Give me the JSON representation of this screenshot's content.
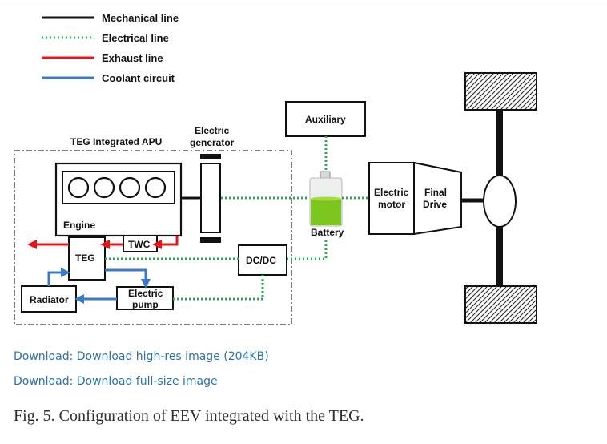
{
  "legend": {
    "mechanical": "Mechanical line",
    "electrical": "Electrical line",
    "exhaust": "Exhaust line",
    "coolant": "Coolant circuit"
  },
  "diagram": {
    "apu_title": "TEG Integrated APU",
    "generator_label_1": "Electric",
    "generator_label_2": "generator",
    "auxiliary": "Auxiliary",
    "engine": "Engine",
    "battery": "Battery",
    "motor_1": "Electric",
    "motor_2": "motor",
    "final_1": "Final",
    "final_2": "Drive",
    "twc": "TWC",
    "teg": "TEG",
    "dcdc": "DC/DC",
    "radiator": "Radiator",
    "pump_1": "Electric",
    "pump_2": "pump"
  },
  "colors": {
    "mechanical": "#111111",
    "electrical": "#22b04a",
    "exhaust": "#e8141c",
    "coolant": "#3a78c9",
    "battery_fill": "#7cc41e",
    "link": "#2a73a8"
  },
  "links": {
    "high_res": "Download: Download high-res image (204KB)",
    "full_size": "Download: Download full-size image"
  },
  "caption": "Fig. 5. Configuration of EEV integrated with the TEG."
}
